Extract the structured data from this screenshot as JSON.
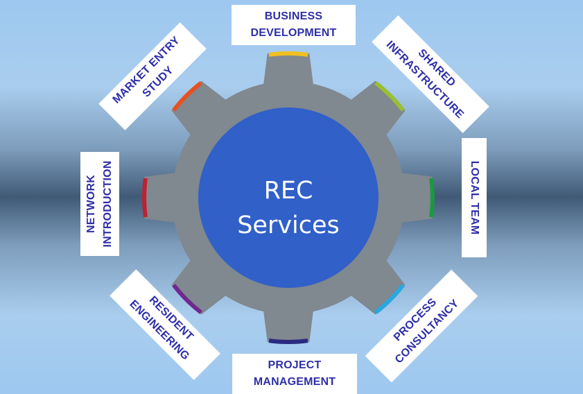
{
  "center": {
    "line1": "REC",
    "line2": "Services"
  },
  "colors": {
    "gear": "#808890",
    "hub": "#3060c8",
    "label_text": "#2e2ea8"
  },
  "services": [
    {
      "id": "business-development",
      "text": "BUSINESS\nDEVELOPMENT",
      "accent": "#f0c020"
    },
    {
      "id": "shared-infrastructure",
      "text": "SHARED\nINFRASTRUCTURE",
      "accent": "#98c030"
    },
    {
      "id": "local-team",
      "text": "LOCAL TEAM",
      "accent": "#1a9a40"
    },
    {
      "id": "process-consultancy",
      "text": "PROCESS\nCONSULTANCY",
      "accent": "#28a8e0"
    },
    {
      "id": "project-management",
      "text": "PROJECT\nMANAGEMENT",
      "accent": "#2a2a80"
    },
    {
      "id": "resident-engineering",
      "text": "RESIDENT\nENGINEERING",
      "accent": "#702890"
    },
    {
      "id": "network-introduction",
      "text": "NETWORK\nINTRODUCTION",
      "accent": "#c02030"
    },
    {
      "id": "market-entry-study",
      "text": "MARKET ENTRY\nSTUDY",
      "accent": "#e85020"
    }
  ]
}
